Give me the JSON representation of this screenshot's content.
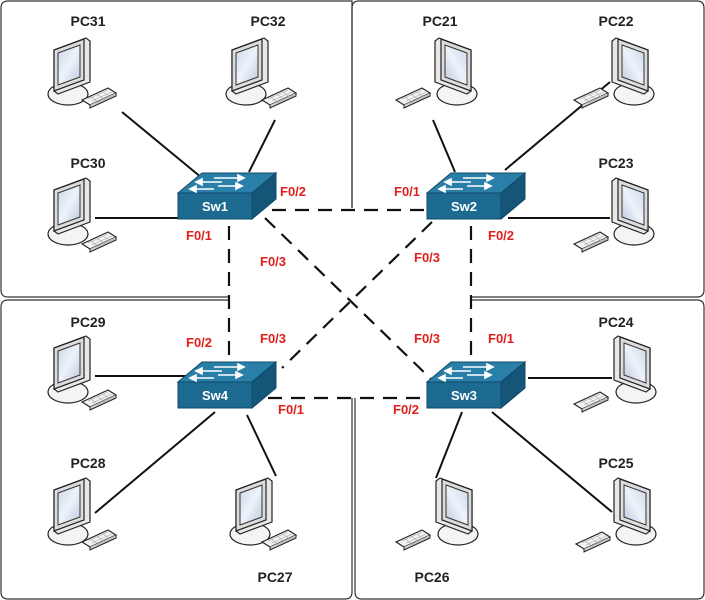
{
  "diagram": {
    "type": "network-topology",
    "colors": {
      "switch_front": "#1d6a91",
      "switch_top": "#2a7fa8",
      "switch_side": "#155577",
      "port_label": "#e0201c",
      "link": "#111111"
    },
    "zones": [
      {
        "name": "top-left",
        "switch": "Sw1"
      },
      {
        "name": "top-right",
        "switch": "Sw2"
      },
      {
        "name": "bottom-left",
        "switch": "Sw4"
      },
      {
        "name": "bottom-right",
        "switch": "Sw3"
      }
    ],
    "switches": [
      {
        "id": "Sw1",
        "label": "Sw1"
      },
      {
        "id": "Sw2",
        "label": "Sw2"
      },
      {
        "id": "Sw3",
        "label": "Sw3"
      },
      {
        "id": "Sw4",
        "label": "Sw4"
      }
    ],
    "pcs": [
      {
        "id": "PC31",
        "label": "PC31",
        "switch": "Sw1"
      },
      {
        "id": "PC32",
        "label": "PC32",
        "switch": "Sw1"
      },
      {
        "id": "PC30",
        "label": "PC30",
        "switch": "Sw1"
      },
      {
        "id": "PC21",
        "label": "PC21",
        "switch": "Sw2"
      },
      {
        "id": "PC22",
        "label": "PC22",
        "switch": "Sw2"
      },
      {
        "id": "PC23",
        "label": "PC23",
        "switch": "Sw2"
      },
      {
        "id": "PC29",
        "label": "PC29",
        "switch": "Sw4"
      },
      {
        "id": "PC28",
        "label": "PC28",
        "switch": "Sw4"
      },
      {
        "id": "PC27",
        "label": "PC27",
        "switch": "Sw4"
      },
      {
        "id": "PC24",
        "label": "PC24",
        "switch": "Sw3"
      },
      {
        "id": "PC25",
        "label": "PC25",
        "switch": "Sw3"
      },
      {
        "id": "PC26",
        "label": "PC26",
        "switch": "Sw3"
      }
    ],
    "trunk_links": [
      {
        "from": "Sw1",
        "from_port": "F0/2",
        "to": "Sw2",
        "to_port": "F0/1"
      },
      {
        "from": "Sw1",
        "from_port": "F0/1",
        "to": "Sw4",
        "to_port": "F0/2"
      },
      {
        "from": "Sw1",
        "from_port": "F0/3",
        "to": "Sw3",
        "to_port": "F0/3"
      },
      {
        "from": "Sw2",
        "from_port": "F0/3",
        "to": "Sw4",
        "to_port": "F0/3"
      },
      {
        "from": "Sw2",
        "from_port": "F0/2",
        "to": "Sw3",
        "to_port": "F0/1"
      },
      {
        "from": "Sw4",
        "from_port": "F0/1",
        "to": "Sw3",
        "to_port": "F0/2"
      }
    ],
    "port_labels": {
      "sw1_f01": "F0/1",
      "sw1_f02": "F0/2",
      "sw1_f03": "F0/3",
      "sw2_f01": "F0/1",
      "sw2_f02": "F0/2",
      "sw2_f03": "F0/3",
      "sw3_f01": "F0/1",
      "sw3_f02": "F0/2",
      "sw3_f03": "F0/3",
      "sw4_f01": "F0/1",
      "sw4_f02": "F0/2",
      "sw4_f03": "F0/3"
    }
  }
}
